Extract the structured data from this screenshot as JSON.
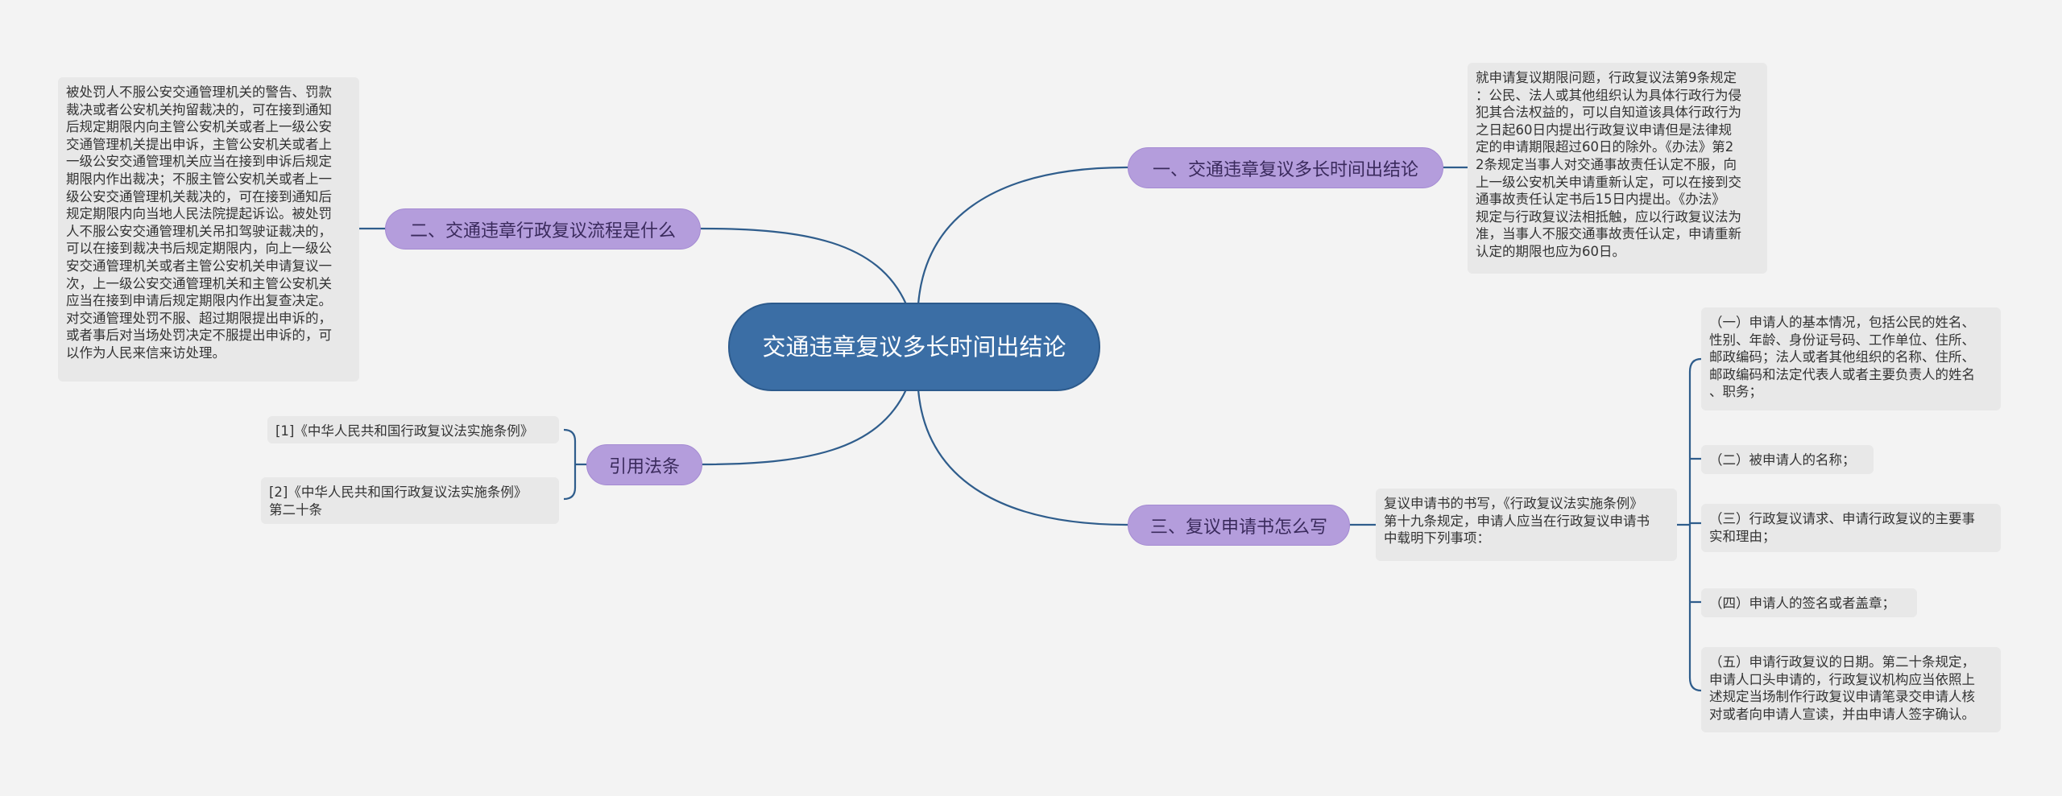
{
  "root": {
    "title": "交通违章复议多长时间出结论"
  },
  "branches": {
    "b1": {
      "label": "一、交通违章复议多长时间出结论"
    },
    "b2": {
      "label": "二、交通违章行政复议流程是什么"
    },
    "b3": {
      "label": "三、复议申请书怎么写"
    },
    "b4": {
      "label": "引用法条"
    }
  },
  "notes": {
    "n1": "就申请复议期限问题，行政复议法第9条规定\n：公民、法人或其他组织认为具体行政行为侵\n犯其合法权益的，可以自知道该具体行政行为\n之日起60日内提出行政复议申请但是法律规\n定的申请期限超过60日的除外。《办法》第2\n2条规定当事人对交通事故责任认定不服，向\n上一级公安机关申请重新认定，可以在接到交\n通事故责任认定书后15日内提出。《办法》\n规定与行政复议法相抵触，应以行政复议法为\n准，当事人不服交通事故责任认定，申请重新\n认定的期限也应为60日。",
    "n2": "被处罚人不服公安交通管理机关的警告、罚款\n裁决或者公安机关拘留裁决的，可在接到通知\n后规定期限内向主管公安机关或者上一级公安\n交通管理机关提出申诉，主管公安机关或者上\n一级公安交通管理机关应当在接到申诉后规定\n期限内作出裁决；不服主管公安机关或者上一\n级公安交通管理机关裁决的，可在接到通知后\n规定期限内向当地人民法院提起诉讼。被处罚\n人不服公安交通管理机关吊扣驾驶证裁决的，\n可以在接到裁决书后规定期限内，向上一级公\n安交通管理机关或者主管公安机关申请复议一\n次，上一级公安交通管理机关和主管公安机关\n应当在接到申请后规定期限内作出复查决定。\n对交通管理处罚不服、超过期限提出申诉的，\n或者事后对当场处罚决定不服提出申诉的，可\n以作为人民来信来访处理。",
    "n3": "复议申请书的书写，《行政复议法实施条例》\n第十九条规定，申请人应当在行政复议申请书\n中载明下列事项：",
    "n3_items": [
      "（一）申请人的基本情况，包括公民的姓名、\n性别、年龄、身份证号码、工作单位、住所、\n邮政编码；法人或者其他组织的名称、住所、\n邮政编码和法定代表人或者主要负责人的姓名\n、职务；",
      "（二）被申请人的名称；",
      "（三）行政复议请求、申请行政复议的主要事\n实和理由；",
      "（四）申请人的签名或者盖章；",
      "（五）申请行政复议的日期。第二十条规定，\n申请人口头申请的，行政复议机构应当依照上\n述规定当场制作行政复议申请笔录交申请人核\n对或者向申请人宣读，并由申请人签字确认。"
    ],
    "laws": [
      "[1]《中华人民共和国行政复议法实施条例》",
      "[2]《中华人民共和国行政复议法实施条例》\n第二十条"
    ]
  },
  "colors": {
    "line": "#2f5d8c",
    "root": "#3b6ea5",
    "branch": "#b49ddc",
    "note": "#e8e8e8"
  }
}
